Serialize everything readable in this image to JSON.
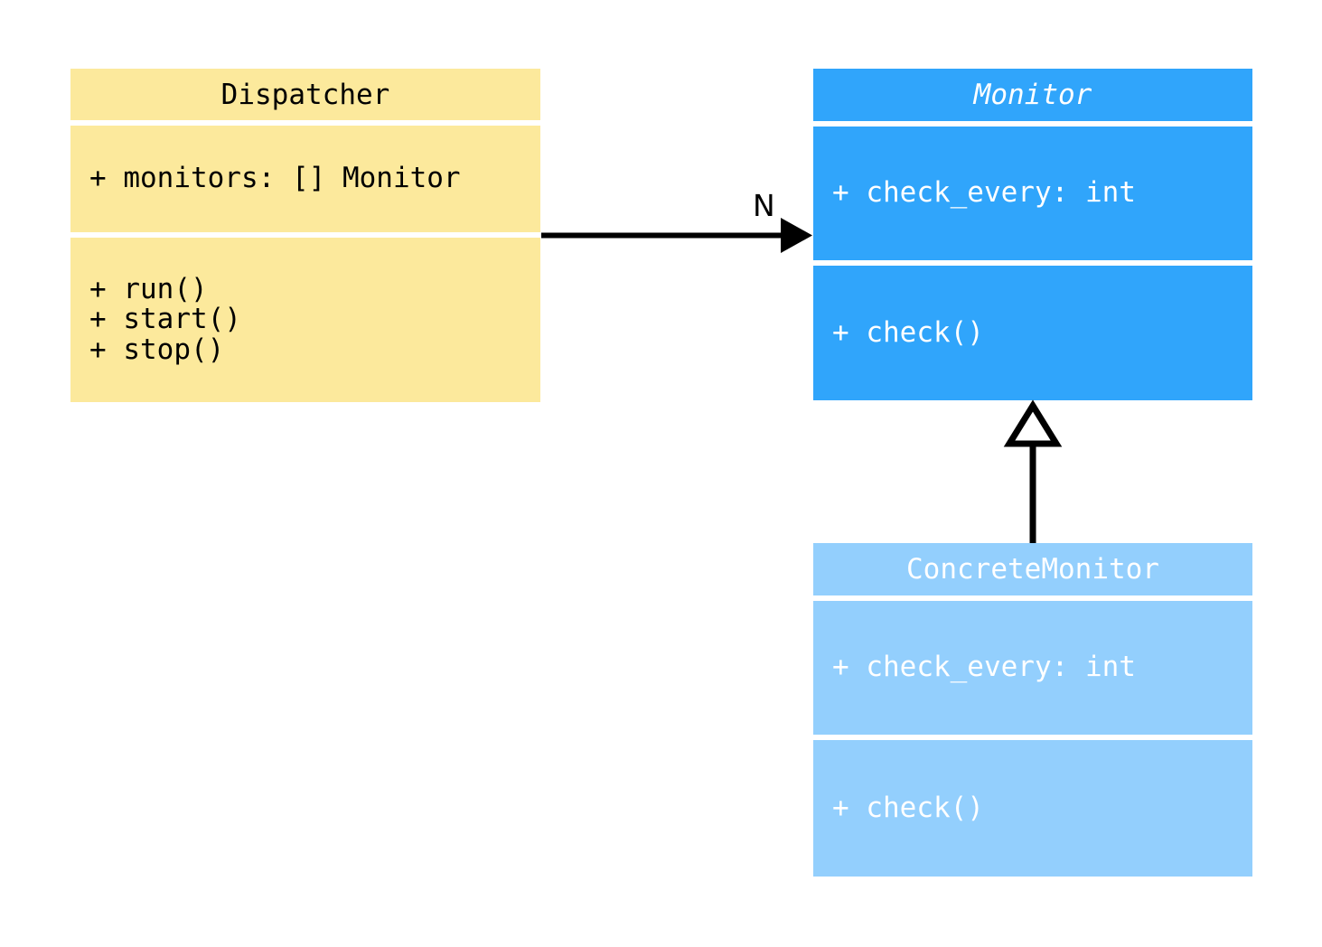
{
  "diagram": {
    "type": "uml-class-diagram",
    "background": "#ffffff",
    "classes": [
      {
        "id": "dispatcher",
        "name": "Dispatcher",
        "abstract": false,
        "fill": "#fce99c",
        "text_color": "#000000",
        "attributes": [
          "+ monitors: [] Monitor"
        ],
        "operations": [
          "+ run()",
          "+ start()",
          "+ stop()"
        ]
      },
      {
        "id": "monitor",
        "name": "Monitor",
        "abstract": true,
        "fill": "#30a5fb",
        "text_color": "#ffffff",
        "attributes": [
          "+ check_every: int"
        ],
        "operations": [
          "+ check()"
        ]
      },
      {
        "id": "concretemonitor",
        "name": "ConcreteMonitor",
        "abstract": false,
        "fill": "#93cffd",
        "text_color": "#ffffff",
        "attributes": [
          "+ check_every: int"
        ],
        "operations": [
          "+ check()"
        ]
      }
    ],
    "relationships": [
      {
        "id": "dispatcher-to-monitor",
        "kind": "association",
        "from": "Dispatcher",
        "to": "Monitor",
        "label": "N",
        "arrowhead": "filled-triangle",
        "line": "solid",
        "color": "#000000"
      },
      {
        "id": "concretemonitor-to-monitor",
        "kind": "inheritance",
        "from": "ConcreteMonitor",
        "to": "Monitor",
        "label": "",
        "arrowhead": "hollow-triangle",
        "line": "solid",
        "color": "#000000"
      }
    ]
  }
}
